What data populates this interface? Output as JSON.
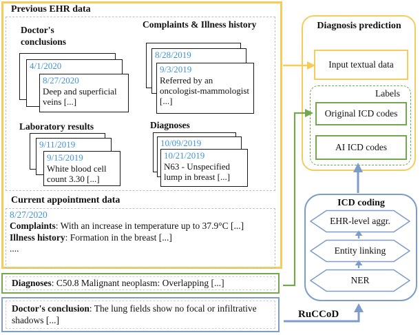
{
  "colors": {
    "yellow": "#F5CB5A",
    "green": "#73A74E",
    "blue": "#7D9CC9",
    "dateblue": "#4292D9",
    "dashgray": "#BFBFBF",
    "cardborder": "#161616"
  },
  "previous_ehr": {
    "title": "Previous EHR data",
    "stacks": [
      {
        "heading": "Doctor's conclusions",
        "mid_date": "4/1/2020",
        "front_date": "8/27/2020",
        "front_text": "Deep and superficial veins [...]"
      },
      {
        "heading": "Complaints & Illness history",
        "mid_date": "8/28/2019",
        "front_date": "9/3/2019",
        "front_text": "Referred by an oncologist-mammologist [...]"
      },
      {
        "heading": "Laboratory results",
        "mid_date": "9/11/2019",
        "front_date": "9/15/2019",
        "front_text": "White blood cell count 3.30 [...]"
      },
      {
        "heading": "Diagnoses",
        "mid_date": "10/09/2019",
        "front_date": "10/21/2019",
        "front_text": "N63 - Unspecified lump in breast [...]"
      }
    ]
  },
  "current_appointment": {
    "title": "Current appointment data",
    "date": "8/27/2020",
    "complaints_label": "Complaints",
    "complaints_text": ": With an increase in temperature up to 37.9°C [...]",
    "illness_label": "Illness history",
    "illness_text": ": Formation in the breast [...]",
    "more": "...."
  },
  "diagnoses_row": {
    "label": "Diagnoses",
    "text": ": C50.8 Malignant neoplasm: Overlapping [...]"
  },
  "conclusion_row": {
    "label": "Doctor's conclusion",
    "text": ": The lung fields show no focal or infiltrative shadows [...]"
  },
  "diagnosis_prediction": {
    "title": "Diagnosis prediction",
    "input_label": "Input textual data",
    "labels_caption": "Labels",
    "original_codes_label": "Original ICD codes",
    "ai_codes_label": "AI ICD codes"
  },
  "icd_coding": {
    "title": "ICD coding",
    "steps": [
      {
        "label": "EHR-level aggr."
      },
      {
        "label": "Entity linking"
      },
      {
        "label": "NER"
      }
    ],
    "dataset_label": "RuCCoD"
  }
}
